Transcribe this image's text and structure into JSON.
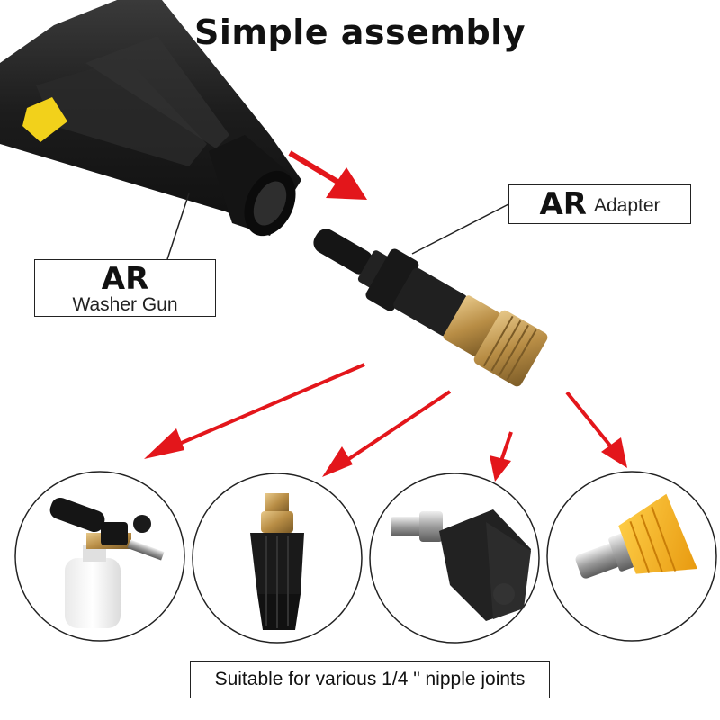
{
  "title": "Simple assembly",
  "adapter_label": {
    "brand": "AR",
    "name": "Adapter"
  },
  "gun_label": {
    "brand": "AR",
    "name": "Washer Gun"
  },
  "caption": "Suitable for various 1/4 \" nipple joints",
  "colors": {
    "arrow": "#e3161b",
    "trigger": "#f2d11b",
    "nozzle_yellow": "#f6b820",
    "brass": "#c9a25a",
    "body_black": "#1e1e1e"
  },
  "accessories": [
    {
      "icon": "foam-cannon-icon"
    },
    {
      "icon": "turbo-nozzle-icon"
    },
    {
      "icon": "multi-spray-nozzle-icon"
    },
    {
      "icon": "quick-connect-nozzle-icon"
    }
  ]
}
